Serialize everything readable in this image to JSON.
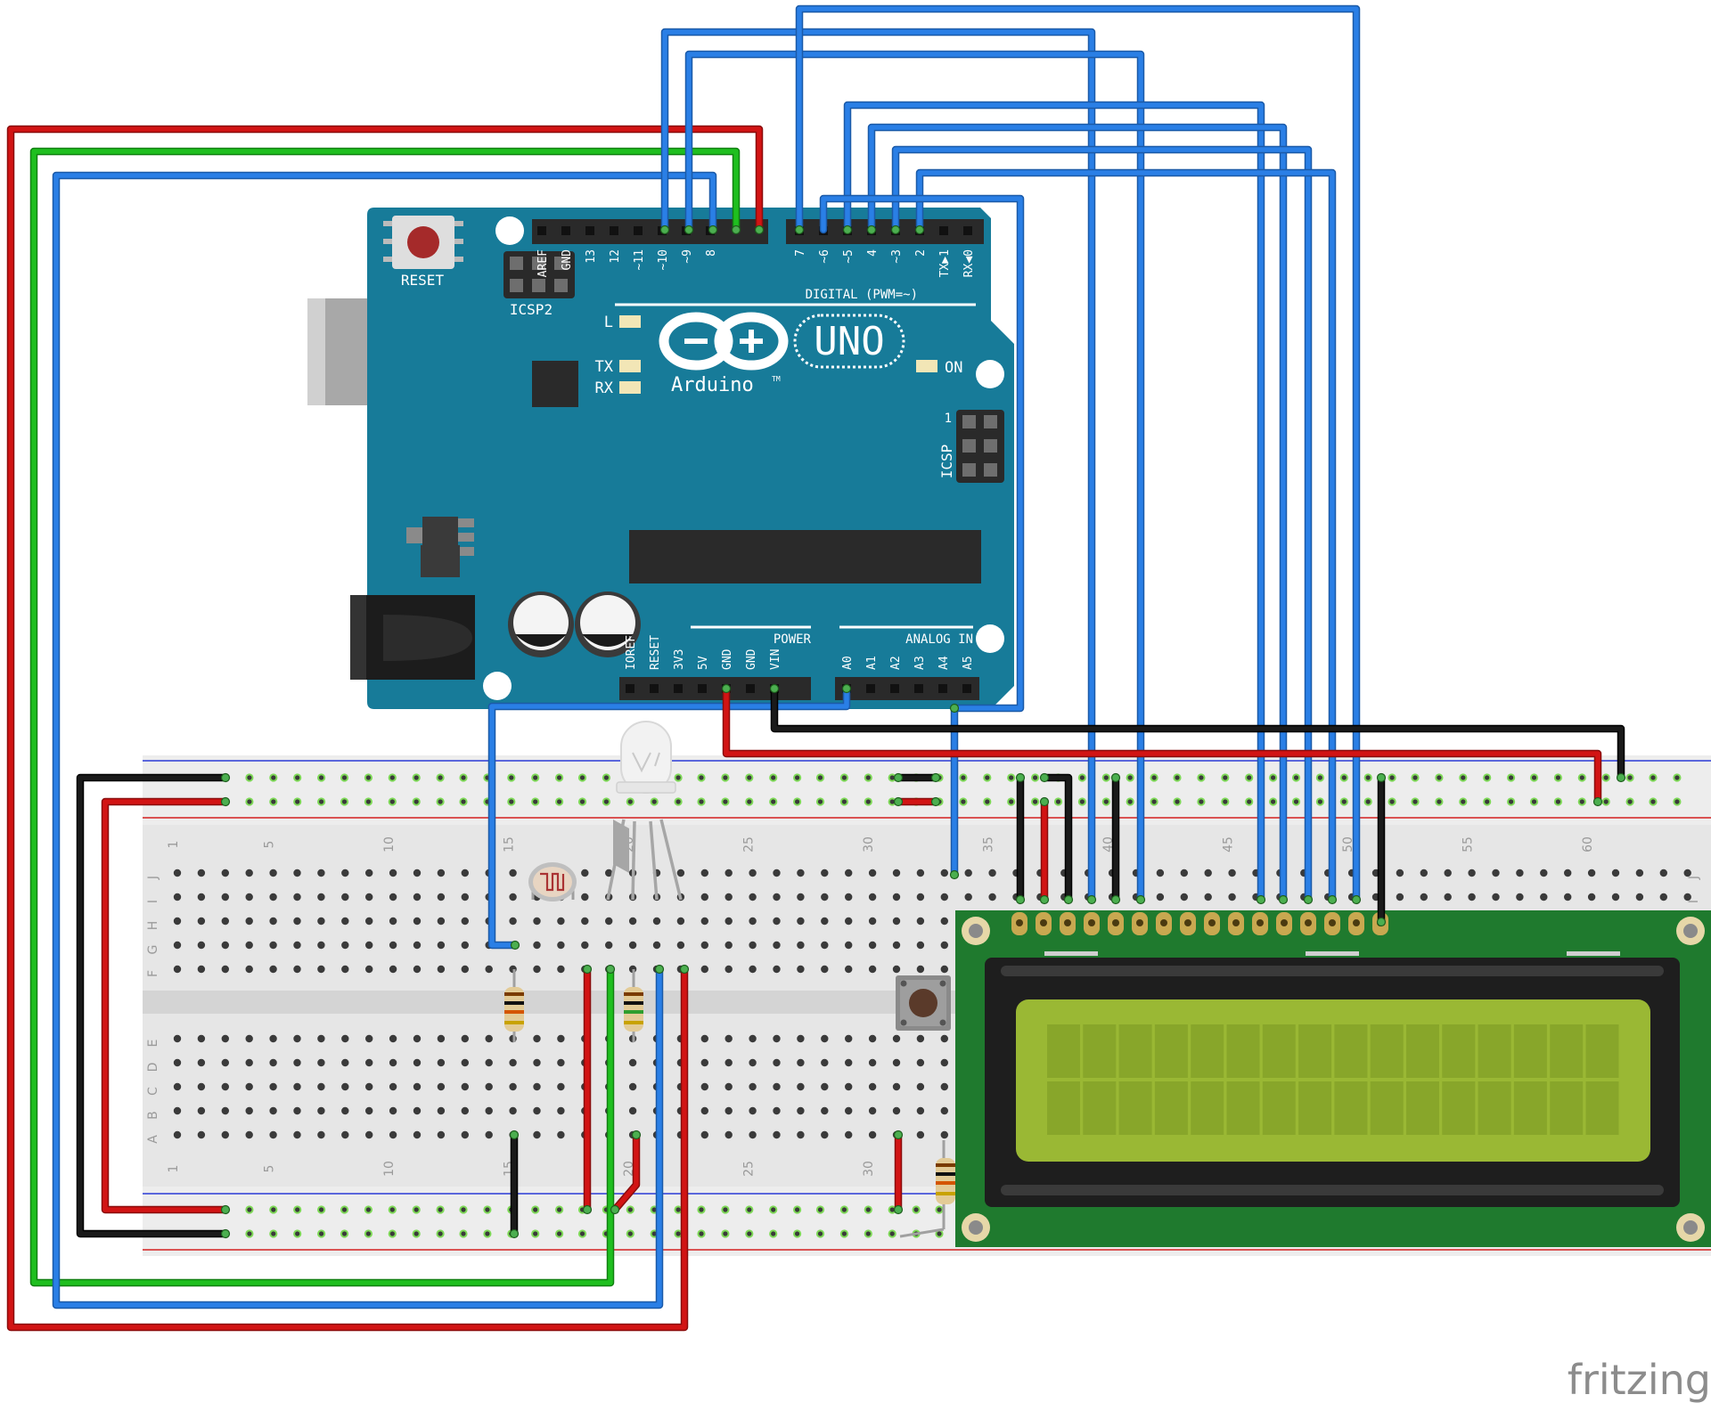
{
  "arduino": {
    "reset_label": "RESET",
    "icsp2_label": "ICSP2",
    "icsp_label": "ICSP",
    "icsp_pin1": "1",
    "uno_label": "UNO",
    "brand": "Arduino",
    "tm": "TM",
    "digital_label": "DIGITAL (PWM=~)",
    "power_label": "POWER",
    "analog_label": "ANALOG IN",
    "l_label": "L",
    "tx_label": "TX",
    "rx_label": "RX",
    "on_label": "ON",
    "top_pins": [
      "AREF",
      "GND",
      "13",
      "12",
      "~11",
      "~10",
      "~9",
      "8",
      "7",
      "~6",
      "~5",
      "4",
      "~3",
      "2",
      "TX▶1",
      "RX◀0"
    ],
    "power_pins": [
      "IOREF",
      "RESET",
      "3V3",
      "5V",
      "GND",
      "GND",
      "VIN"
    ],
    "analog_pins": [
      "A0",
      "A1",
      "A2",
      "A3",
      "A4",
      "A5"
    ]
  },
  "breadboard": {
    "column_numbers": [
      "1",
      "5",
      "10",
      "15",
      "20",
      "25",
      "30",
      "35",
      "40",
      "45",
      "50",
      "55",
      "60"
    ],
    "top_rows": [
      "J",
      "I",
      "H",
      "G",
      "F"
    ],
    "bottom_rows": [
      "E",
      "D",
      "C",
      "B",
      "A"
    ]
  },
  "watermark": "fritzing",
  "colors": {
    "board": "#177b99",
    "board_dark": "#0e5f78",
    "wire_red": "#d21414",
    "wire_green": "#1fbf1f",
    "wire_blue": "#2a7fe6",
    "wire_black": "#1a1a1a",
    "lcd_pcb": "#1f7a2e",
    "lcd_screen": "#9ab834",
    "breadboard": "#e4e4e4",
    "hole_green": "#7ed957"
  }
}
